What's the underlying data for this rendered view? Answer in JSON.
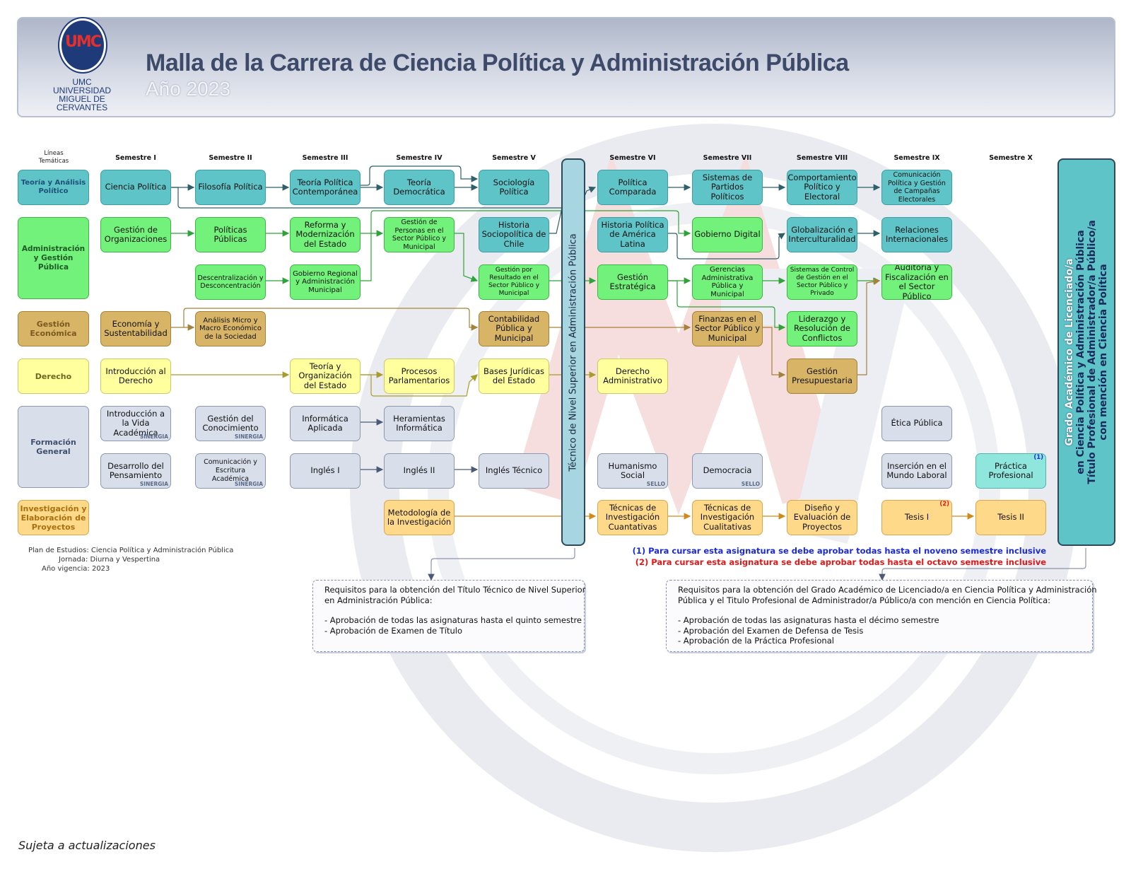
{
  "header": {
    "logo_initials": "UMC",
    "logo_line1": "UMC",
    "logo_line2": "UNIVERSIDAD",
    "logo_line3": "MIGUEL DE CERVANTES",
    "title": "Malla de la Carrera de Ciencia Política y Administración Pública",
    "subtitle": "Año 2023"
  },
  "lineas_header": "Líneas Temáticas",
  "semesters": [
    "Semestre I",
    "Semestre II",
    "Semestre III",
    "Semestre IV",
    "Semestre V",
    "Semestre VI",
    "Semestre VII",
    "Semestre VIII",
    "Semestre IX",
    "Semestre X"
  ],
  "categories": [
    {
      "id": "teo",
      "label": "Teoría y Análisis Político",
      "color": "#5ec4c8",
      "text": "#1f4f7a"
    },
    {
      "id": "adm",
      "label": "Administración y Gestión Pública",
      "color": "#72f27a",
      "text": "#1f5a28"
    },
    {
      "id": "eco",
      "label": "Gestión Económica",
      "color": "#d8b467",
      "text": "#7a5a1f"
    },
    {
      "id": "der",
      "label": "Derecho",
      "color": "#ffff9d",
      "text": "#6a6a1f"
    },
    {
      "id": "gen",
      "label": "Formación General",
      "color": "#d8deea",
      "text": "#3f4f6f"
    },
    {
      "id": "inv",
      "label": "Investigación y Elaboración de Proyectos",
      "color": "#ffd98a",
      "text": "#a8700e"
    }
  ],
  "courses": {
    "c01": "Ciencia Política",
    "c02": "Filosofía Política",
    "c03": "Teoría Política Contemporánea",
    "c04": "Teoría Democrática",
    "c05": "Sociología Política",
    "c06": "Política Comparada",
    "c07": "Sistemas de Partidos Políticos",
    "c08": "Comportamiento Político y Electoral",
    "c09": "Comunicación Política y Gestión de Campañas Electorales",
    "c10": "Gestión de Organizaciones",
    "c11": "Políticas Públicas",
    "c12": "Reforma y Modernización del Estado",
    "c13": "Gestión de Personas en el Sector Público y Municipal",
    "c14": "Historia Sociopolítica de Chile",
    "c15": "Historia Política de América Latina",
    "c16": "Gobierno Digital",
    "c17": "Globalización e Interculturalidad",
    "c18": "Relaciones Internacionales",
    "c19": "Descentralización y Desconcentración",
    "c20": "Gobierno Regional y Administración Municipal",
    "c21": "Gestión por Resultado en el Sector Público y Municipal",
    "c22": "Gestión Estratégica",
    "c23": "Gerencias Administrativa Pública y Municipal",
    "c24": "Sistemas de Control de Gestión en el Sector Público y Privado",
    "c25": "Auditoría y Fiscalización en el Sector Público",
    "c26": "Economía y Sustentabilidad",
    "c27": "Análisis Micro y Macro Económico de la Sociedad",
    "c28": "Contabilidad Pública y Municipal",
    "c29": "Finanzas en el Sector Público y Municipal",
    "c30": "Liderazgo y Resolución de Conflictos",
    "c31": "Introducción al Derecho",
    "c32": "Teoría y Organización del Estado",
    "c33": "Procesos Parlamentarios",
    "c34": "Bases Jurídicas del Estado",
    "c35": "Derecho Administrativo",
    "c36": "Gestión Presupuestaria",
    "c37": "Introducción a la Vida Académica",
    "c38": "Gestión del Conocimiento",
    "c39": "Informática Aplicada",
    "c40": "Heramientas Informática",
    "c41": "Ética Pública",
    "c42": "Desarrollo del Pensamiento",
    "c43": "Comunicación y Escritura Académica",
    "c44": "Inglés I",
    "c45": "Inglés II",
    "c46": "Inglés Técnico",
    "c47": "Humanismo Social",
    "c48": "Democracia",
    "c49": "Inserción en el Mundo Laboral",
    "c50": "Práctica Profesional",
    "c51": "Metodología de la Investigación",
    "c52": "Técnicas de Investigación Cuantativas",
    "c53": "Técnicas de Investigación Cualitativas",
    "c54": "Diseño y Evaluación de Proyectos",
    "c55": "Tesis I",
    "c56": "Tesis II"
  },
  "tags": {
    "sinergia": "SINERGIA",
    "sello": "SELLO",
    "note1": "(1)",
    "note2": "(2)"
  },
  "vertical_titles": {
    "tecnico": "Técnico de Nivel Superior en Administración Pública",
    "grado_l1": "Grado Académico de Licenciado/a",
    "grado_l2": "en Ciencia Política y Administración Pública",
    "grado_l3": "Título Profesional de Administrador/a Público/a",
    "grado_l4": "con mención en Ciencia Política"
  },
  "plan": {
    "line1": "Plan de Estudios: Ciencia Política y Administración Pública",
    "line2": "Jornada: Diurna y Vespertina",
    "line3": "Año vigencia: 2023"
  },
  "requirements_notes": {
    "n1": "(1) Para cursar esta asignatura se debe aprobar todas hasta el noveno semestre inclusive",
    "n2": "(2) Para cursar esta asignatura se debe aprobar todas hasta el octavo semestre inclusive",
    "n1_color": "#1a2ad8",
    "n2_color": "#e01818"
  },
  "req_tecnico": {
    "l1": "Requisitos para la obtención del Título Técnico de Nivel Superior",
    "l2": "en Administración Pública:",
    "l3": "- Aprobación de todas las asignaturas hasta el quinto semestre",
    "l4": "- Aprobación de Examen de Título"
  },
  "req_grado": {
    "l1": "Requisitos para la obtención del Grado Académico de Licenciado/a en Ciencia Política y Administración",
    "l2": "Pública y el Titulo Profesional de Administrador/a Público/a con mención en Ciencia Política:",
    "l3": "- Aprobación de todas las asignaturas hasta el décimo semestre",
    "l4": "- Aprobación del Examen de Defensa de Tesis",
    "l5": "- Aprobación de la Práctica Profesional"
  },
  "footer": "Sujeta a actualizaciones",
  "colors": {
    "teo_line": "#2f5f6a",
    "adm_line": "#2fa33a",
    "eco_line": "#a4823b",
    "der_line": "#a89c2a",
    "gen_line": "#4a5a7a",
    "inv_line": "#d08a1a"
  }
}
